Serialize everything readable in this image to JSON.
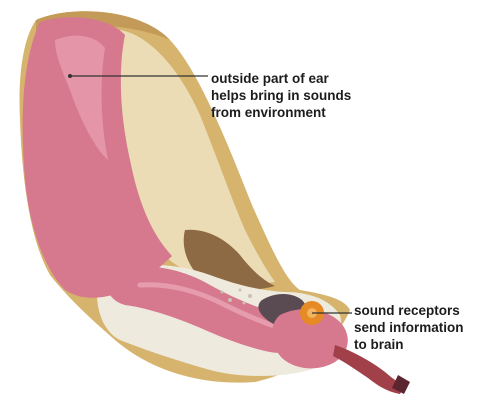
{
  "callouts": {
    "outer_ear": {
      "lines": [
        "outside part of ear",
        "helps bring in sounds",
        "from environment"
      ]
    },
    "receptors": {
      "lines": [
        "sound receptors",
        "send information",
        "to brain"
      ]
    }
  },
  "colors": {
    "outer_ear_skin": "#d6b46e",
    "outer_ear_shadow": "#c39a57",
    "canal_pink": "#d6798e",
    "canal_pink_light": "#e79cae",
    "cartilage_cream": "#ebdcb6",
    "bone_white": "#eeeade",
    "inner_brown": "#8e6a44",
    "receptor_orange": "#e58a25",
    "nerve_red": "#a2404a",
    "label_line": "#333333"
  }
}
